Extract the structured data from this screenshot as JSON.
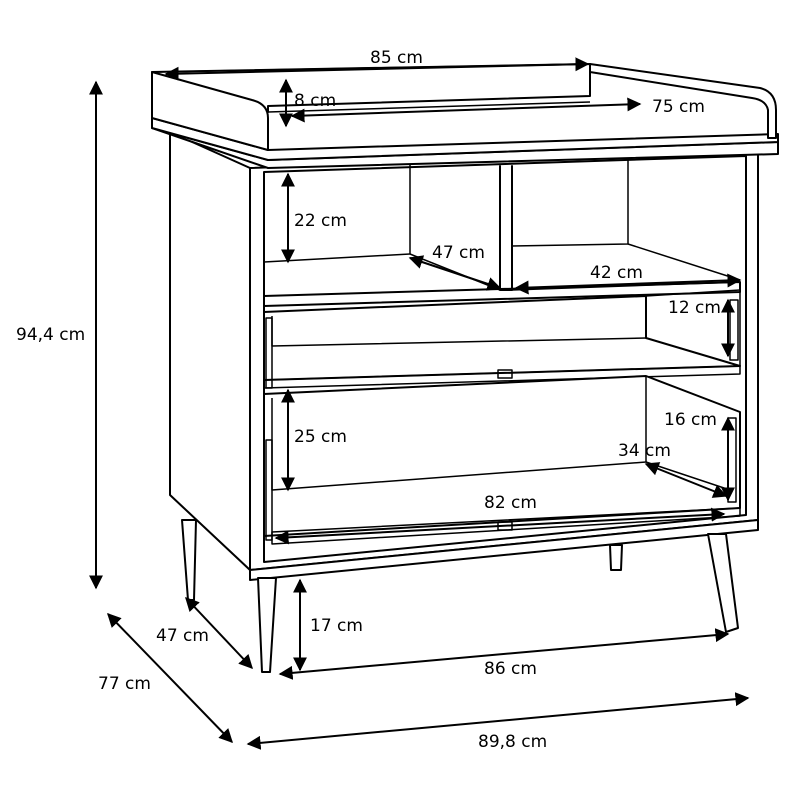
{
  "dimensions": {
    "top_width": "85 cm",
    "rail_height": "8 cm",
    "top_depth": "75 cm",
    "total_height": "94,4 cm",
    "upper_shelf_height": "22 cm",
    "upper_shelf_depth": "47 cm",
    "upper_right_depth": "42 cm",
    "drawer1_height": "12 cm",
    "drawer2_outer_height": "16 cm",
    "drawer2_inner_height": "25 cm",
    "drawer2_depth": "34 cm",
    "drawer2_width": "82 cm",
    "body_depth": "47 cm",
    "total_depth": "77 cm",
    "leg_height": "17 cm",
    "body_width": "86 cm",
    "total_width": "89,8 cm"
  }
}
